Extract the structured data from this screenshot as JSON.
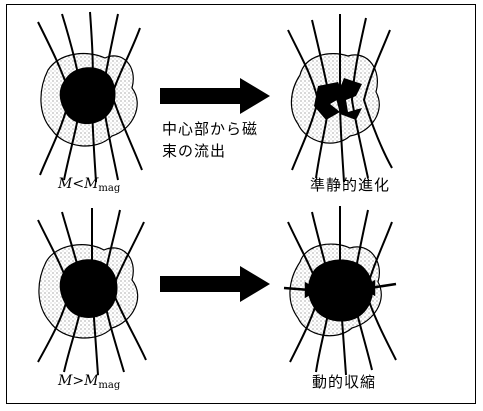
{
  "top_row": {
    "arrow_caption_line1": "中心部から磁",
    "arrow_caption_line2": "束の流出",
    "condition_main": "M<M",
    "condition_sub": "mag",
    "outcome": "準静的進化"
  },
  "bottom_row": {
    "condition_main": "M>M",
    "condition_sub": "mag",
    "outcome": "動的収縮"
  },
  "colors": {
    "ink": "#000000",
    "stipple": "#9a9a9a",
    "background": "#ffffff"
  }
}
